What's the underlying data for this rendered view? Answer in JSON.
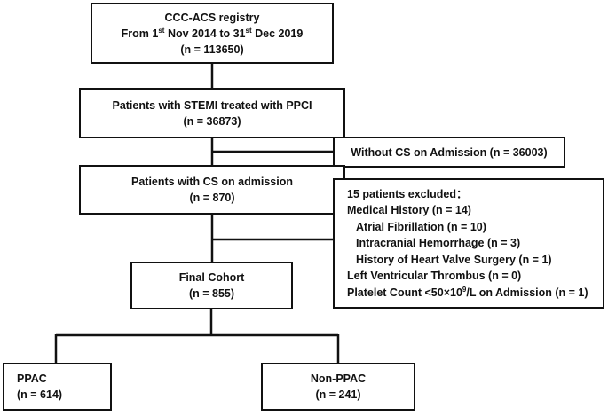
{
  "registry": {
    "title": "CCC-ACS registry",
    "date_parts": [
      "From 1",
      "st",
      " Nov 2014 to 31",
      "st",
      " Dec 2019"
    ],
    "count": "(n = 113650)"
  },
  "stemi": {
    "title": "Patients with STEMI treated with PPCI",
    "count": "(n = 36873)"
  },
  "without_cs": {
    "title": "Without CS on Admission (n = 36003)"
  },
  "cs_admission": {
    "title": "Patients with CS on admission",
    "count": "(n = 870)"
  },
  "excluded": {
    "header": "15 patients excluded：",
    "medical_history": "Medical History (n = 14)",
    "af": "Atrial Fibrillation (n = 10)",
    "ich": "Intracranial Hemorrhage (n = 3)",
    "valve": "History of Heart Valve Surgery (n = 1)",
    "lvt": "Left Ventricular Thrombus (n = 0)",
    "platelet_parts": [
      "Platelet Count <50×10",
      "9",
      "/L on Admission (n = 1)"
    ]
  },
  "final": {
    "title": "Final Cohort",
    "count": "(n = 855)"
  },
  "ppac": {
    "title": "PPAC",
    "count": "(n = 614)"
  },
  "nonppac": {
    "title": "Non-PPAC",
    "count": "(n = 241)"
  }
}
